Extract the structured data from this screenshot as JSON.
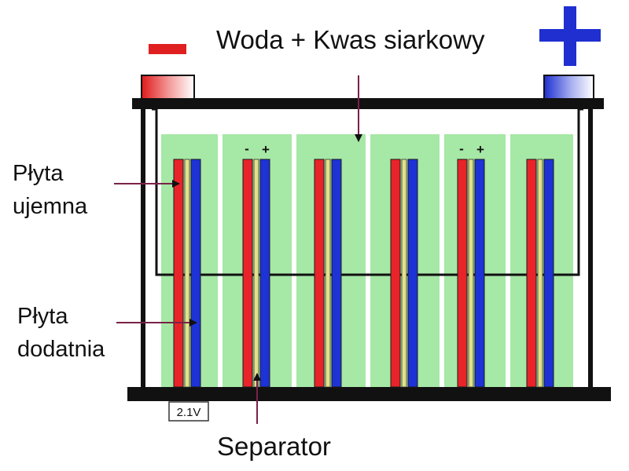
{
  "labels": {
    "electrolyte": "Woda + Kwas siarkowy",
    "negative_plate_line1": "Płyta",
    "negative_plate_line2": "ujemna",
    "positive_plate_line1": "Płyta",
    "positive_plate_line2": "dodatnia",
    "separator": "Separator",
    "cell_voltage": "2.1V",
    "cell_minus": "-",
    "cell_plus": "+"
  },
  "colors": {
    "negative_terminal": "#e02020",
    "positive_terminal": "#1f2fd0",
    "negative_plate": "#e8242a",
    "positive_plate": "#1d33d6",
    "separator": "#e3e08a",
    "electrolyte": "#a6e8a6",
    "casing": "#111111",
    "arrow": "#7a2248"
  },
  "cells": [
    {
      "signs": false
    },
    {
      "signs": true
    },
    {
      "signs": false
    },
    {
      "signs": false
    },
    {
      "signs": true
    },
    {
      "signs": false
    }
  ]
}
